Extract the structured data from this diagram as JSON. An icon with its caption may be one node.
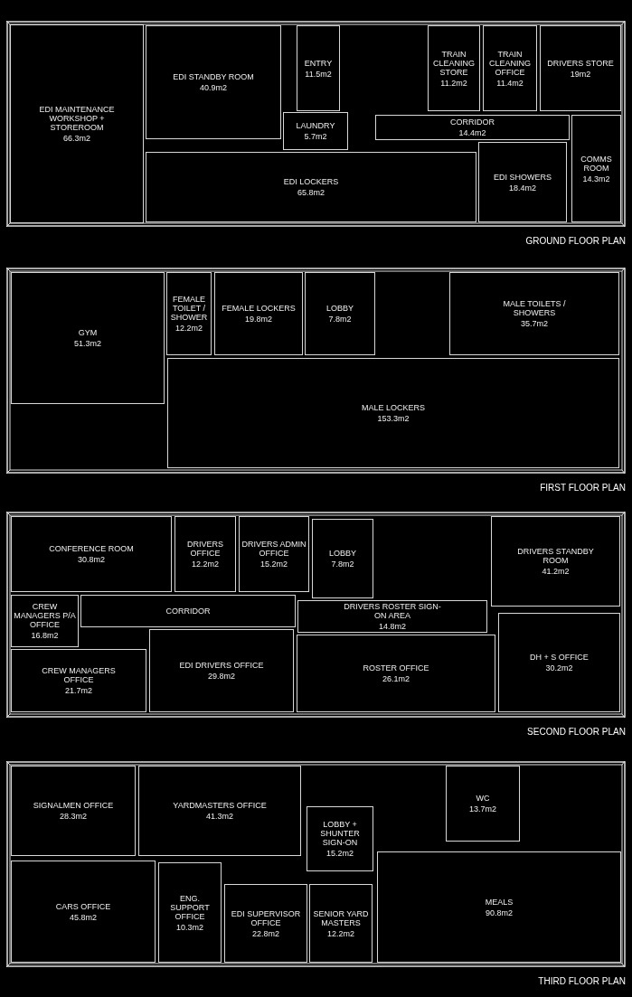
{
  "diagram": {
    "nodes": [
      {
        "text": [
          "GROUND FLOOR PLAN"
        ]
      },
      {
        "text": [
          "EDI MAINTENANCE WORKSHOP + STOREROOM",
          "66.3m2"
        ],
        "in": 0
      },
      {
        "text": [
          "EDI STANDBY ROOM",
          "40.9m2"
        ],
        "in": 0
      },
      {
        "text": [
          "ENTRY",
          "11.5m2"
        ],
        "in": 0
      },
      {
        "text": [
          "TRAIN CLEANING STORE",
          "11.2m2"
        ],
        "in": 0
      },
      {
        "text": [
          "TRAIN CLEANING OFFICE",
          "11.4m2"
        ],
        "in": 0
      },
      {
        "text": [
          "DRIVERS STORE",
          "19m2"
        ],
        "in": 0
      },
      {
        "text": [
          "CORRIDOR",
          "14.4m2"
        ],
        "in": 0
      },
      {
        "text": [
          "LAUNDRY",
          "5.7m2"
        ],
        "in": 0
      },
      {
        "text": [
          "EDI LOCKERS",
          "65.8m2"
        ],
        "in": 0
      },
      {
        "text": [
          "EDI SHOWERS",
          "18.4m2"
        ],
        "in": 0
      },
      {
        "text": [
          "COMMS ROOM",
          "14.3m2"
        ],
        "in": 0
      },
      {
        "text": [
          "FIRST FLOOR PLAN"
        ]
      },
      {
        "text": [
          "GYM",
          "51.3m2"
        ],
        "in": 12
      },
      {
        "text": [
          "FEMALE TOILET / SHOWER",
          "12.2m2"
        ],
        "in": 12
      },
      {
        "text": [
          "FEMALE LOCKERS",
          "19.8m2"
        ],
        "in": 12
      },
      {
        "text": [
          "LOBBY",
          "7.8m2"
        ],
        "in": 12
      },
      {
        "text": [
          "MALE TOILETS / SHOWERS",
          "35.7m2"
        ],
        "in": 12
      },
      {
        "text": [
          "MALE LOCKERS",
          "153.3m2"
        ],
        "in": 12
      },
      {
        "text": [
          "SECOND FLOOR PLAN"
        ]
      },
      {
        "text": [
          "CONFERENCE ROOM",
          "30.8m2"
        ],
        "in": 19
      },
      {
        "text": [
          "DRIVERS OFFICE",
          "12.2m2"
        ],
        "in": 19
      },
      {
        "text": [
          "DRIVERS ADMIN OFFICE",
          "15.2m2"
        ],
        "in": 19
      },
      {
        "text": [
          "LOBBY",
          "7.8m2"
        ],
        "in": 19
      },
      {
        "text": [
          "DRIVERS STANDBY ROOM",
          "41.2m2"
        ],
        "in": 19
      },
      {
        "text": [
          "CREW MANAGERS P/A OFFICE",
          "16.8m2"
        ],
        "in": 19
      },
      {
        "text": [
          "CORRIDOR"
        ],
        "in": 19
      },
      {
        "text": [
          "DRIVERS ROSTER SIGN-ON AREA",
          "14.8m2"
        ],
        "in": 19
      },
      {
        "text": [
          "CREW MANAGERS OFFICE",
          "21.7m2"
        ],
        "in": 19
      },
      {
        "text": [
          "EDI DRIVERS OFFICE",
          "29.8m2"
        ],
        "in": 19
      },
      {
        "text": [
          "ROSTER OFFICE",
          "26.1m2"
        ],
        "in": 19
      },
      {
        "text": [
          "DH + S OFFICE",
          "30.2m2"
        ],
        "in": 19
      },
      {
        "text": [
          "THIRD FLOOR PLAN"
        ]
      },
      {
        "text": [
          "SIGNALMEN OFFICE",
          "28.3m2"
        ],
        "in": 32
      },
      {
        "text": [
          "YARDMASTERS OFFICE",
          "41.3m2"
        ],
        "in": 32
      },
      {
        "text": [
          "LOBBY + SHUNTER SIGN-ON",
          "15.2m2"
        ],
        "in": 32
      },
      {
        "text": [
          "WC",
          "13.7m2"
        ],
        "in": 32
      },
      {
        "text": [
          "CARS OFFICE",
          "45.8m2"
        ],
        "in": 32
      },
      {
        "text": [
          "ENG. SUPPORT OFFICE",
          "10.3m2"
        ],
        "in": 32
      },
      {
        "text": [
          "EDI SUPERVISOR OFFICE",
          "22.8m2"
        ],
        "in": 32
      },
      {
        "text": [
          "SENIOR YARD MASTERS",
          "12.2m2"
        ],
        "in": 32
      },
      {
        "text": [
          "MEALS",
          "90.8m2"
        ],
        "in": 32
      }
    ]
  }
}
